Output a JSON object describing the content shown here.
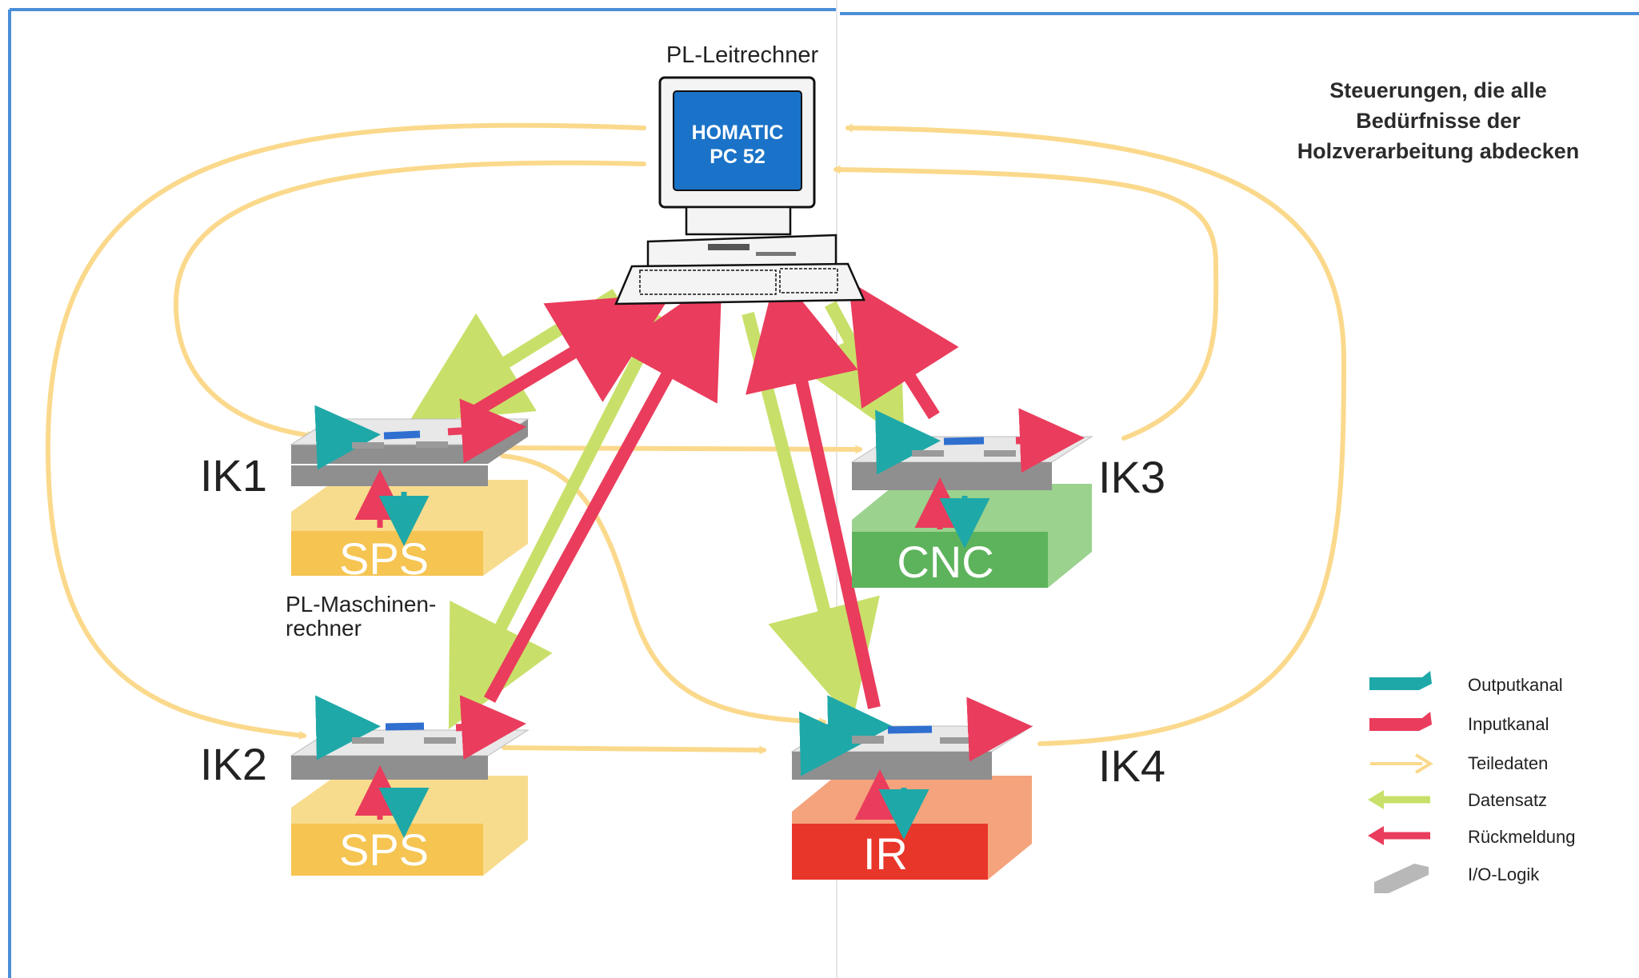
{
  "top_label": "PL-Leitrechner",
  "screen": {
    "line1": "HOMATIC",
    "line2": "PC 52"
  },
  "title": {
    "line1": "Steuerungen, die alle",
    "line2": "Bedürfnisse der",
    "line3": "Holzverarbeitung abdecken"
  },
  "nodes": {
    "ik1": {
      "label": "IK1",
      "controller": "SPS",
      "color": "#f5c451"
    },
    "ik2": {
      "label": "IK2",
      "controller": "SPS",
      "color": "#f5c451"
    },
    "ik3": {
      "label": "IK3",
      "controller": "CNC",
      "color": "#5db35c"
    },
    "ik4": {
      "label": "IK4",
      "controller": "IR",
      "color": "#e9362a"
    }
  },
  "machine_label": {
    "line1": "PL-Maschinen-",
    "line2": "rechner"
  },
  "legend": [
    {
      "label": "Outputkanal",
      "icon": "teal-arrow-icon",
      "color": "#1fa8a8"
    },
    {
      "label": "Inputkanal",
      "icon": "red-arrow-icon",
      "color": "#ea3c5c"
    },
    {
      "label": "Teiledaten",
      "icon": "yellow-arrow-icon",
      "color": "#fbd98c"
    },
    {
      "label": "Datensatz",
      "icon": "green-arrow-icon",
      "color": "#c8e06a"
    },
    {
      "label": "Rückmeldung",
      "icon": "red-arrow-icon",
      "color": "#ea3c5c"
    },
    {
      "label": "I/O-Logik",
      "icon": "gray-block-icon",
      "color": "#b8b8b8"
    }
  ]
}
